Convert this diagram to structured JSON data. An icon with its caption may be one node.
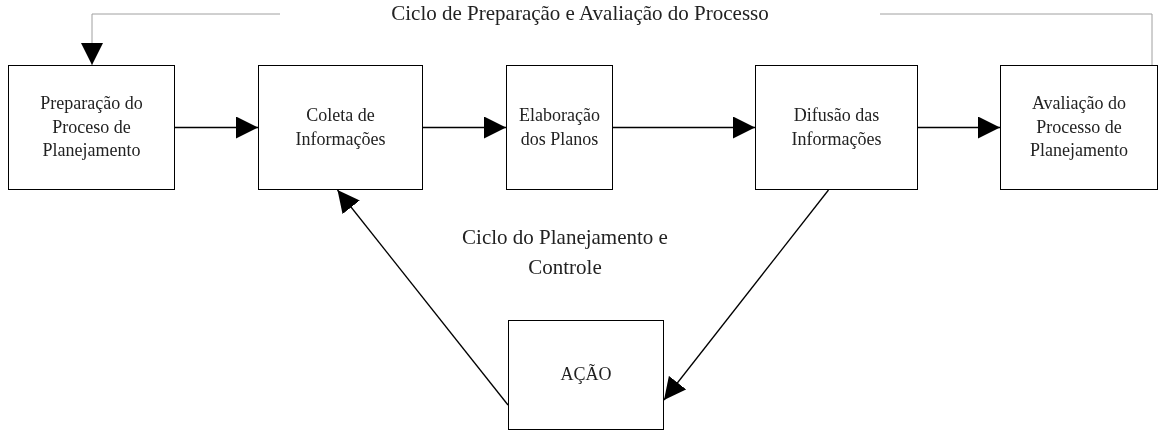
{
  "diagram": {
    "title": "Ciclo de Preparação e Avaliação do Processo",
    "nodes": [
      {
        "text": [
          "Preparação do Proceso de Planejamento"
        ]
      },
      {
        "text": [
          "Coleta de Informações"
        ]
      },
      {
        "text": [
          "Elaboração dos Planos"
        ]
      },
      {
        "text": [
          "Difusão das Informações"
        ]
      },
      {
        "text": [
          "Avaliação do Processo de Planejamento"
        ]
      },
      {
        "text": [
          "AÇÃO"
        ]
      }
    ],
    "edges": [
      {
        "from": 0,
        "to": 1,
        "arrow": "to"
      },
      {
        "from": 1,
        "to": 2,
        "arrow": "to"
      },
      {
        "from": 2,
        "to": 3,
        "arrow": "to"
      },
      {
        "from": 3,
        "to": 4,
        "arrow": "to"
      },
      {
        "from": 4,
        "to": 0,
        "arrow": "to",
        "color": "#a0a0a0"
      },
      {
        "from": 3,
        "to": 5,
        "arrow": "to"
      },
      {
        "from": 5,
        "to": 1,
        "arrow": "to"
      }
    ],
    "labels": [
      "Ciclo do Planejamento e Controle"
    ]
  }
}
